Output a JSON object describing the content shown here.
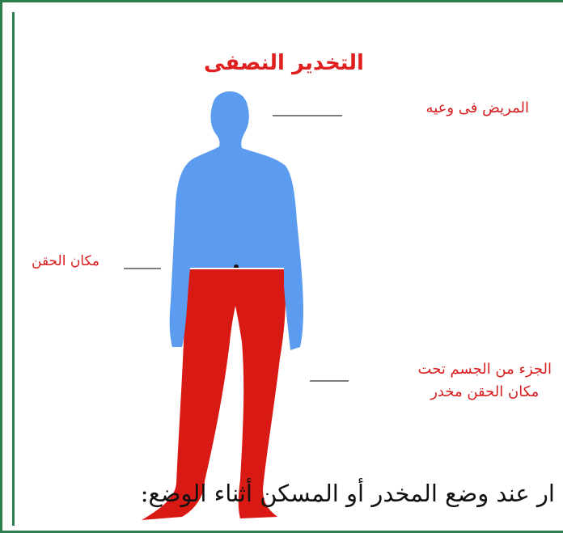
{
  "title": "التخدير النصفى",
  "labels": {
    "aware": "المريض فى وعيه",
    "injection_site": "مكان الحقن",
    "numb_line1": "الجزء من الجسم تحت",
    "numb_line2": "مكان الحقن مخدر"
  },
  "bottom_caption": "ار عند وضع المخدر أو المسكن أثناء الوضع:",
  "colors": {
    "upper_body": "#5b9bf0",
    "lower_body": "#d91a14",
    "label_text": "#d81e1e",
    "frame": "#2e7d4f"
  }
}
